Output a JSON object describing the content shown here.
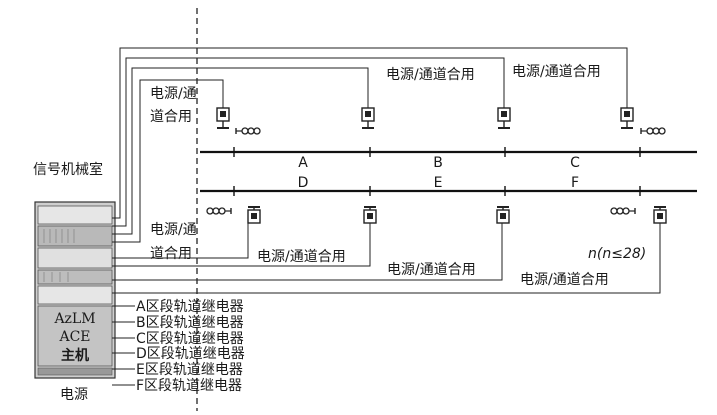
{
  "room_label": "信号机械室",
  "host": {
    "line1": "AzLM",
    "line2": "ACE",
    "line3": "主机"
  },
  "power_label": "电源",
  "wire_labels": {
    "top_left_1": "电源/通",
    "top_left_2": "道合用",
    "top_mid": "电源/通道合用",
    "top_right": "电源/通道合用",
    "bot_left_1": "电源/通",
    "bot_left_2": "道合用",
    "bot_mid1": "电源/通道合用",
    "bot_mid2": "电源/通道合用",
    "bot_right": "电源/通道合用"
  },
  "n_label": "n(n≤28)",
  "sections_top": [
    "A",
    "B",
    "C"
  ],
  "sections_bottom": [
    "D",
    "E",
    "F"
  ],
  "relays": [
    "A区段轨道继电器",
    "B区段轨道继电器",
    "C区段轨道继电器",
    "D区段轨道继电器",
    "E区段轨道继电器",
    "F区段轨道继电器"
  ],
  "colors": {
    "line": "#111111",
    "cabinet": "#d6d6d6",
    "host_panel": "#c8c8c8"
  }
}
